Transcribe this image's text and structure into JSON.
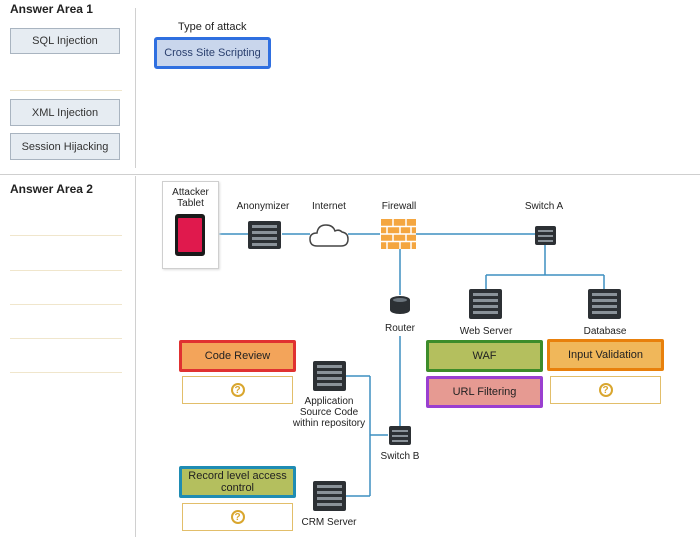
{
  "area1": {
    "title": "Answer Area 1",
    "options": [
      "SQL Injection",
      "XML Injection",
      "Session Hijacking"
    ],
    "type_label": "Type of attack",
    "selected": "Cross Site Scripting"
  },
  "area2": {
    "title": "Answer Area 2",
    "labels": {
      "attacker": "Attacker Tablet",
      "anonymizer": "Anonymizer",
      "internet": "Internet",
      "firewall": "Firewall",
      "switch_a": "Switch A",
      "router": "Router",
      "web_server": "Web Server",
      "database": "Database",
      "app_source": "Application Source Code within repository",
      "switch_b": "Switch B",
      "crm": "CRM Server"
    },
    "answers": {
      "code_review": "Code Review",
      "waf": "WAF",
      "input_validation": "Input Validation",
      "url_filtering": "URL Filtering",
      "record_level": "Record level access control"
    },
    "placeholder": "?"
  },
  "colors": {
    "highlight_blue": "#2f6fe0",
    "highlight_red": "#e03131",
    "highlight_green": "#3d8c2a",
    "highlight_orange": "#e8800c",
    "highlight_purple": "#9a3fd0",
    "highlight_teal": "#1f8cb3",
    "line_blue": "#3d8fc0"
  }
}
